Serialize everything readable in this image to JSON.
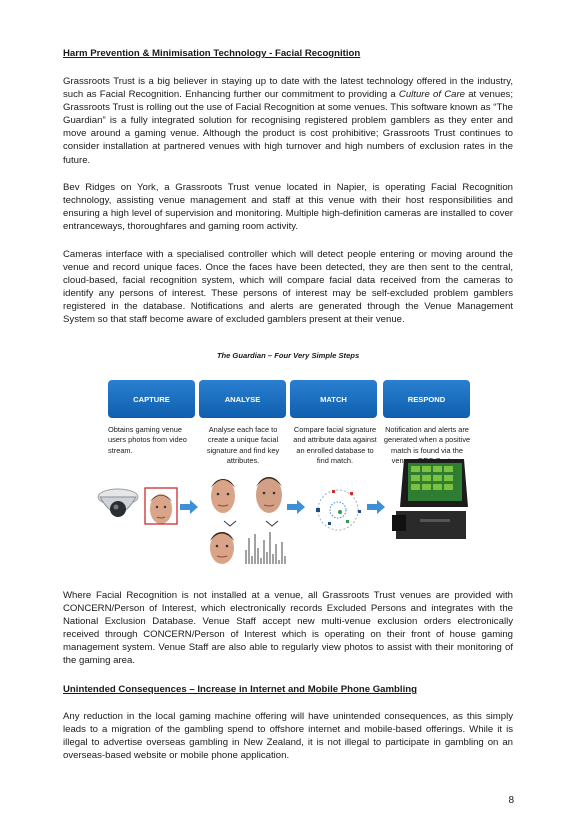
{
  "section1": {
    "heading": "Harm Prevention & Minimisation Technology - Facial Recognition",
    "p1_a": "Grassroots Trust is a big believer in staying up to date with the latest technology offered in the industry, such as Facial Recognition.  Enhancing further our commitment to providing a ",
    "p1_italic": "Culture of Care",
    "p1_b": " at venues; Grassroots Trust is rolling out the use of Facial Recognition at some venues.  This software known as “The Guardian” is a fully integrated solution for recognising registered problem gamblers as they enter and move around a gaming venue.  Although the product is cost prohibitive; Grassroots Trust continues to consider installation at partnered venues with high turnover and high numbers of exclusion rates in the future.",
    "p2": "Bev Ridges on York, a Grassroots Trust venue located in Napier, is operating Facial Recognition technology, assisting venue management and staff at this venue with their host responsibilities and ensuring a high level of supervision and monitoring.  Multiple high-definition cameras are installed to cover entranceways, thoroughfares and gaming room activity.",
    "p3": "Cameras interface with a specialised controller which will detect people entering or moving around the venue and record unique faces.  Once the faces have been detected, they are then sent to the central, cloud-based, facial recognition system, which will compare facial data received from the cameras to identify any persons of interest.  These persons of interest may be self-excluded problem gamblers registered in the database.  Notifications and alerts are generated through the Venue Management System so that staff become aware of excluded gamblers present at their venue."
  },
  "figure": {
    "title": "The Guardian – Four Very Simple Steps",
    "steps": [
      {
        "label": "CAPTURE",
        "desc": "Obtains gaming venue users photos from video stream."
      },
      {
        "label": "ANALYSE",
        "desc": "Analyse each face to create a unique facial signature and find key attributes."
      },
      {
        "label": "MATCH",
        "desc": "Compare facial signature and attribute data against an enrolled database to find match."
      },
      {
        "label": "RESPOND",
        "desc": "Notification and alerts are generated when a positive match is found via the venues QEC System."
      }
    ]
  },
  "section1_after": {
    "p4": "Where Facial Recognition is not installed at a venue, all Grassroots Trust venues are provided with CONCERN/Person of Interest, which electronically records Excluded Persons and integrates with the National Exclusion Database.  Venue Staff accept new multi-venue exclusion orders electronically received through CONCERN/Person of Interest which is operating on their front of house gaming management system.  Venue Staff are also able to regularly view photos to assist with their monitoring of the gaming area."
  },
  "section2": {
    "heading": "Unintended Consequences – Increase in Internet and Mobile Phone Gambling",
    "p1": "Any reduction in the local gaming machine offering will have unintended consequences, as this simply leads to a migration of the gambling spend to offshore internet and mobile-based offerings.  While it is illegal to advertise overseas gambling in New Zealand, it is not illegal to participate in gambling on an overseas-based website or mobile phone application."
  },
  "page_number": "8",
  "colors": {
    "step_blue": "#1a6fc0",
    "arrow_blue": "#3d8fd8",
    "match_red": "#d12b2b"
  }
}
